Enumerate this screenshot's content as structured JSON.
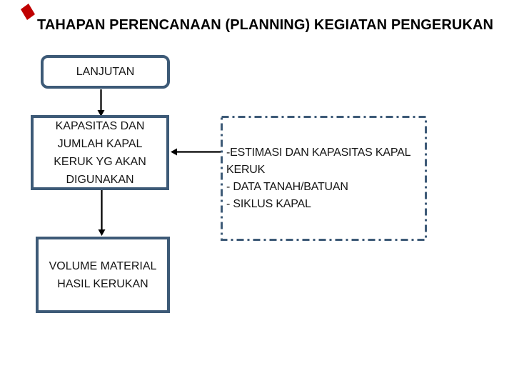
{
  "slide": {
    "title": "TAHAPAN PERENCANAAN (PLANNING) KEGIATAN PENGERUKAN"
  },
  "colors": {
    "background": "#ffffff",
    "box_border": "#3d5a77",
    "connector": "#000000",
    "red_mark": "#c00000",
    "title_text": "#000000",
    "body_text": "#151515"
  },
  "diagram": {
    "lanjutan_box": {
      "label": "LANJUTAN"
    },
    "kapasitas_box": {
      "lines": [
        "KAPASITAS DAN",
        "JUMLAH KAPAL",
        "KERUK YG AKAN",
        "DIGUNAKAN"
      ]
    },
    "volume_box": {
      "lines": [
        "VOLUME MATERIAL",
        "HASIL KERUKAN"
      ]
    },
    "estimasi_box": {
      "lines": [
        "-ESTIMASI DAN KAPASITAS KAPAL",
        "KERUK",
        "- DATA TANAH/BATUAN",
        "- SIKLUS KAPAL"
      ]
    }
  }
}
